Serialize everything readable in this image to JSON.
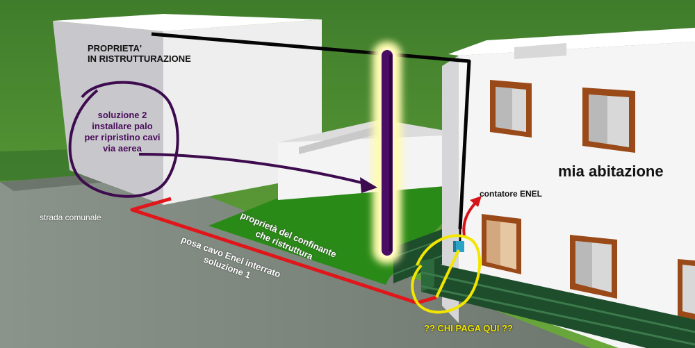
{
  "labels": {
    "property_title_line1": "PROPRIETA'",
    "property_title_line2": "IN RISTRUTTURAZIONE",
    "solution2_line1": "soluzione 2",
    "solution2_line2": "installare palo",
    "solution2_line3": "per ripristino cavi",
    "solution2_line4": "via aerea",
    "house_title": "mia abitazione",
    "meter_label": "contatore ENEL",
    "road_label": "strada comunale",
    "neighbor_line1": "proprietà del confinante",
    "neighbor_line2": "che ristruttura",
    "cable_line1": "posa cavo Enel interrato",
    "cable_line2": "soluzione 1",
    "question": "?? CHI PAGA QUI ??"
  },
  "colors": {
    "grass": "#5c9a35",
    "road": "#7d877e",
    "pole": "#4b0d63",
    "pole_glow": "#fffbb0",
    "buried_cable": "#e0161b",
    "aerial_cable": "#050505",
    "circle_purple": "#3d0b4e",
    "circle_yellow": "#f2e600",
    "fence": "#1e4d2b",
    "meter": "#2aa3c6"
  }
}
